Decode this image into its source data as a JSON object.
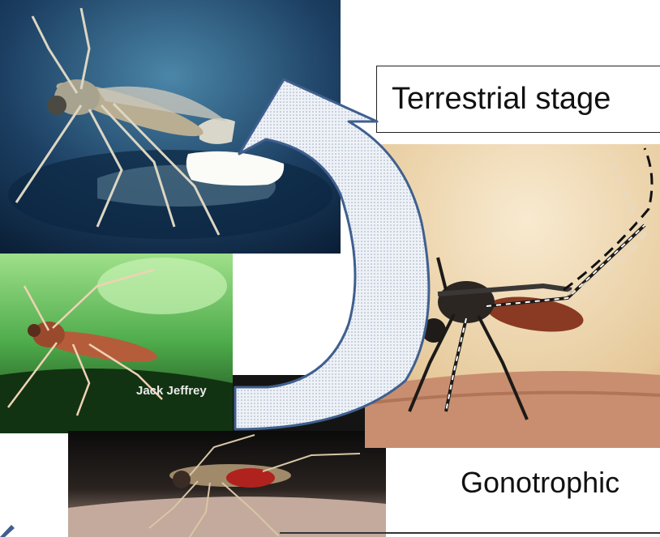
{
  "slide": {
    "label_box_text": "Terrestrial stage",
    "caption_text": "Gonotrophic",
    "photo_credit": "Jack Jeffrey"
  },
  "photos": [
    {
      "name": "mosquito-laying-eggs-photo",
      "scene": "mosquito on dark water depositing white egg raft"
    },
    {
      "name": "mosquito-resting-photo",
      "scene": "brown mosquito resting on green leaf"
    },
    {
      "name": "mosquito-blood-fed-photo",
      "scene": "blood-fed mosquito on skin against black background"
    },
    {
      "name": "mosquito-feeding-photo",
      "scene": "striped mosquito biting skin on beige background"
    }
  ],
  "colors": {
    "arrow_fill": "#ffffff",
    "arrow_stroke": "#3f5f8f",
    "text": "#111111"
  }
}
